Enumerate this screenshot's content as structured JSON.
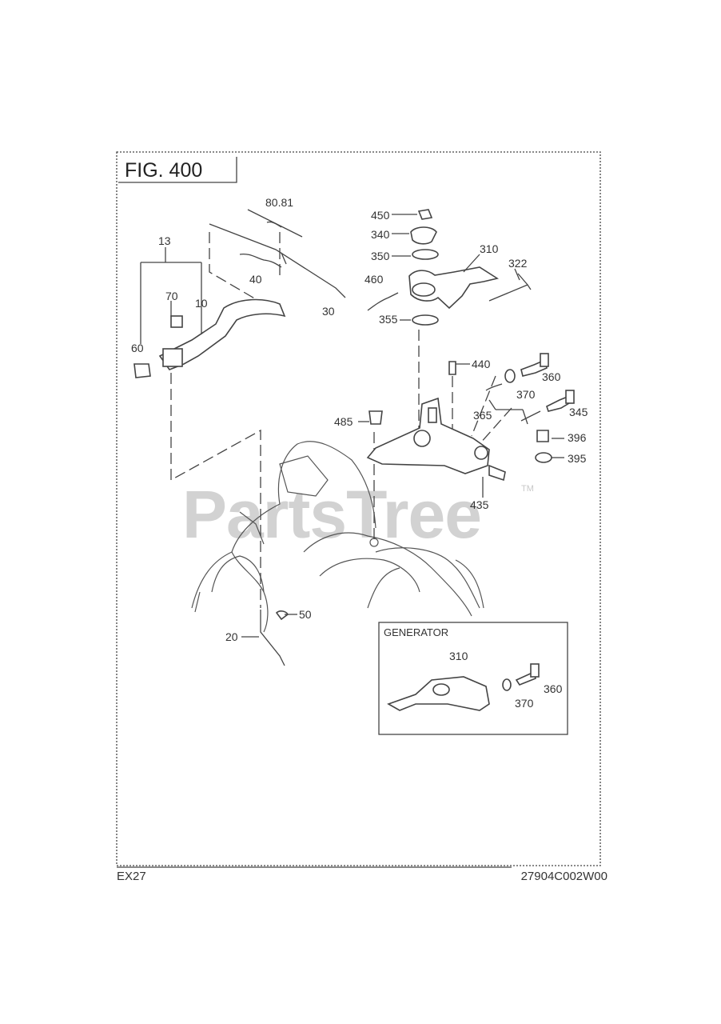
{
  "figure": {
    "title": "FIG. 400"
  },
  "footer": {
    "model": "EX27",
    "code": "27904C002W00"
  },
  "watermark": {
    "text": "PartsTree",
    "tm": "TM"
  },
  "inset": {
    "title": "GENERATOR"
  },
  "callouts": {
    "c8081": "80.81",
    "c13": "13",
    "c70": "70",
    "c10": "10",
    "c60": "60",
    "c40": "40",
    "c30": "30",
    "c450": "450",
    "c340": "340",
    "c350": "350",
    "c310": "310",
    "c322": "322",
    "c460": "460",
    "c355": "355",
    "c440": "440",
    "c360": "360",
    "c370": "370",
    "c365": "365",
    "c345": "345",
    "c485": "485",
    "c396": "396",
    "c395": "395",
    "c435": "435",
    "c50": "50",
    "c20": "20",
    "g310": "310",
    "g360": "360",
    "g370": "370"
  }
}
